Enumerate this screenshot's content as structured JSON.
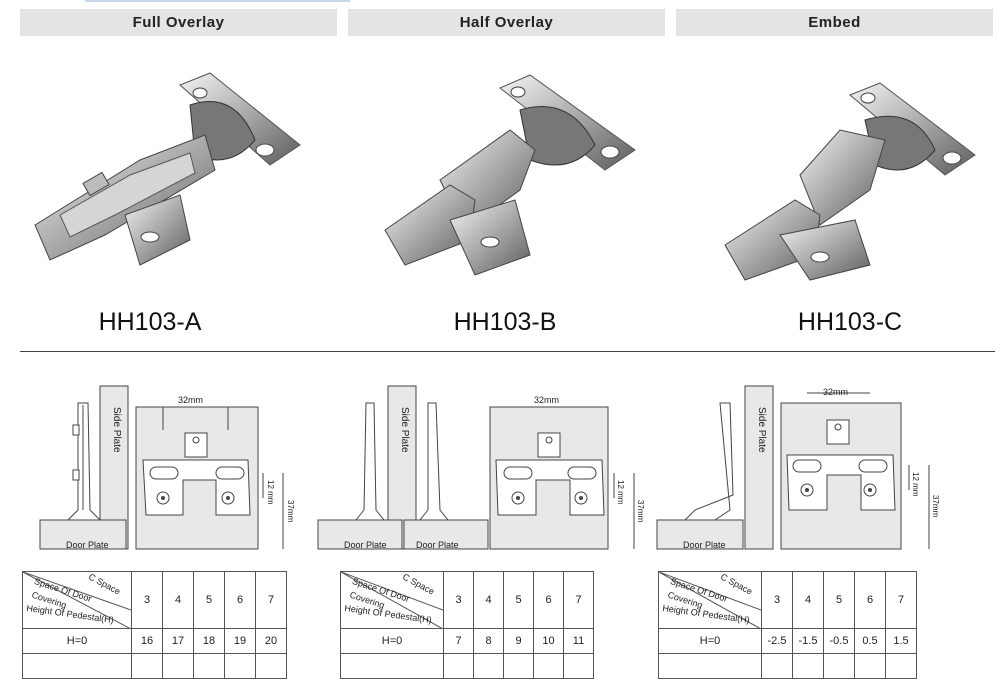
{
  "headers": [
    "Full Overlay",
    "Half Overlay",
    "Embed"
  ],
  "models": [
    "HH103-A",
    "HH103-B",
    "HH103-C"
  ],
  "icons": [
    "hinge-photo-full-overlay",
    "hinge-photo-half-overlay",
    "hinge-photo-embed"
  ],
  "diagram_labels": {
    "side_plate": "Side Plate",
    "door_plate": "Door Plate",
    "dim_32": "32mm",
    "dim_12": "12 mm",
    "dim_37": "37mm"
  },
  "spec_table": {
    "corner_c_space": "C Space",
    "corner_space_of_door": "Space Of Door",
    "corner_covering": "Covering",
    "corner_height": "Height Of Pedestal(H)",
    "row_label": "H=0",
    "c_space_values": [
      "3",
      "4",
      "5",
      "6",
      "7"
    ],
    "tables": [
      {
        "values": [
          "16",
          "17",
          "18",
          "19",
          "20"
        ]
      },
      {
        "values": [
          "7",
          "8",
          "9",
          "10",
          "11"
        ]
      },
      {
        "values": [
          "-2.5",
          "-1.5",
          "-0.5",
          "0.5",
          "1.5"
        ]
      }
    ]
  },
  "colors": {
    "header_bg": "#e4e4e4",
    "plate_fill": "#e8e8e8",
    "line": "#444444"
  }
}
